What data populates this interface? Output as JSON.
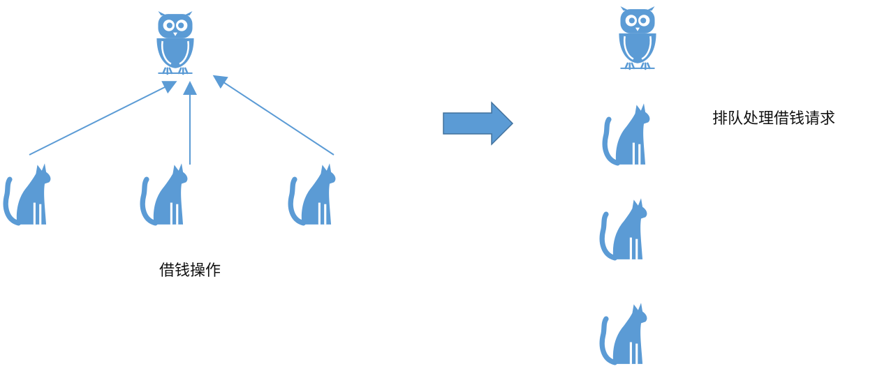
{
  "colors": {
    "icon": "#5b9bd5",
    "arrow": "#5b9bd5",
    "text": "#111111"
  },
  "left_panel": {
    "caption": "借钱操作",
    "lender_icon": "owl-icon",
    "borrower_icon": "cat-icon",
    "borrower_count": 3
  },
  "transition_icon": "right-arrow-icon",
  "right_panel": {
    "caption": "排队处理借钱请求",
    "lender_icon": "owl-icon",
    "borrower_icon": "cat-icon",
    "queued_count": 3
  }
}
